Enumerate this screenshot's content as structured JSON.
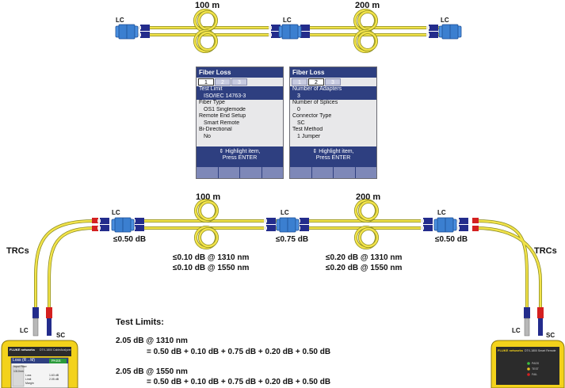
{
  "top_link": {
    "span1_length": "100 m",
    "span2_length": "200 m",
    "connector_left": "LC",
    "connector_mid": "LC",
    "connector_right": "LC"
  },
  "screen1": {
    "title": "Fiber Loss",
    "tabs": [
      "1",
      "2",
      "3"
    ],
    "active_tab": "1",
    "rows": [
      {
        "label": "Test Limit",
        "value": "ISO/IEC 14763-3"
      },
      {
        "label": "Fiber Type",
        "value": "OS1 Singlemode"
      },
      {
        "label": "Remote End Setup",
        "value": "Smart Remote"
      },
      {
        "label": "Bi-Directional",
        "value": "No"
      }
    ],
    "hint_line1": "Highlight item,",
    "hint_line2": "Press ENTER"
  },
  "screen2": {
    "title": "Fiber Loss",
    "tabs": [
      "1",
      "2",
      "3"
    ],
    "active_tab": "2",
    "rows": [
      {
        "label": "Number of Adapters",
        "value": "3"
      },
      {
        "label": "Number of Splices",
        "value": "0"
      },
      {
        "label": "Connector Type",
        "value": "SC"
      },
      {
        "label": "Test Method",
        "value": "1 Jumper"
      }
    ],
    "hint_line1": "Highlight item,",
    "hint_line2": "Press ENTER"
  },
  "bottom_link": {
    "span1_length": "100 m",
    "span2_length": "200 m",
    "adapter_left_label": "LC",
    "adapter_mid_label": "LC",
    "adapter_right_label": "LC",
    "adapter_left_loss": "≤0.50 dB",
    "adapter_mid_loss": "≤0.75 dB",
    "adapter_right_loss": "≤0.50 dB",
    "span1_loss_1310": "≤0.10 dB @ 1310 nm",
    "span1_loss_1550": "≤0.10 dB @ 1550 nm",
    "span2_loss_1310": "≤0.20 dB @ 1310 nm",
    "span2_loss_1550": "≤0.20 dB @ 1550 nm",
    "trc_left": "TRCs",
    "trc_right": "TRCs",
    "main_unit_lc": "LC",
    "main_unit_sc": "SC",
    "remote_unit_lc": "LC",
    "remote_unit_sc": "SC"
  },
  "main_unit": {
    "brand": "FLUKE networks",
    "model": "DTX-1800 CableAnalyzer",
    "screen_title": "Loss (R→M)",
    "status": "PASS",
    "section": "Input Fiber",
    "rows": [
      {
        "label": "1310nm",
        "value": ""
      },
      {
        "label": "Loss",
        "value": "1.63 dB"
      },
      {
        "label": "Limit",
        "value": "2.05 dB"
      },
      {
        "label": "Margin",
        "value": ""
      }
    ]
  },
  "remote_unit": {
    "brand": "FLUKE networks",
    "model": "DTX-1800 Smart Remote",
    "leds": [
      "PASS",
      "TEST",
      "FAIL"
    ]
  },
  "test_limits": {
    "heading": "Test Limits:",
    "limit_1310": "2.05 dB @ 1310 nm",
    "formula_1310": "= 0.50 dB + 0.10 dB + 0.75 dB + 0.20 dB + 0.50 dB",
    "limit_1550": "2.05 dB @ 1550 nm",
    "formula_1550": "= 0.50 dB + 0.10 dB + 0.75 dB + 0.20 dB + 0.50 dB"
  },
  "colors": {
    "fiber_yellow": "#f2e34a",
    "adapter_blue": "#3b7fd0",
    "connector_navy": "#232c8c",
    "boot_red": "#d42020",
    "screen_navy": "#2e3f80",
    "tester_yellow": "#f3d21b"
  }
}
